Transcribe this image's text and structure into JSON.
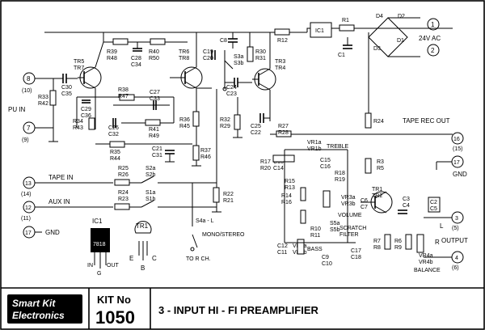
{
  "title_block": {
    "brand_line1": "Smart Kit",
    "brand_line2": "Electronics",
    "kit_label": "KIT No",
    "kit_number": "1050",
    "title": "3 - INPUT HI - FI PREAMPLIFIER"
  },
  "power": {
    "label": "24V AC",
    "pin1": "1",
    "pin2": "2",
    "d1": "D1",
    "d2": "D2",
    "d3": "D3",
    "d4": "D4",
    "ic": "IC1",
    "r1": "R1",
    "c1": "C1"
  },
  "inputs": {
    "pu_in": "PU IN",
    "pin8": "8",
    "pin8b": "(10)",
    "pin7": "7",
    "pin7b": "(9)",
    "tape_in": "TAPE IN",
    "pin13": "13",
    "pin13b": "(14)",
    "aux_in": "AUX IN",
    "pin12": "12",
    "pin12b": "(11)",
    "gnd": "GND",
    "pin17": "17"
  },
  "outputs": {
    "tape_rec_out": "TAPE REC OUT",
    "pin16": "16",
    "pin16b": "(15)",
    "gnd": "GND",
    "pin17": "17",
    "output": "OUTPUT",
    "l": "L",
    "r": "R",
    "pin3": "3",
    "pin3b": "(5)",
    "pin4": "4",
    "pin4b": "(6)"
  },
  "labels": {
    "r39": "R39",
    "r48": "R48",
    "r40": "R40",
    "r50": "R50",
    "c28": "C28",
    "c34": "C34",
    "tr5": "TR5",
    "tr7": "TR7",
    "tr6": "TR6",
    "tr8": "TR8",
    "tr3": "TR3",
    "tr4": "TR4",
    "c30": "C30",
    "c35": "C35",
    "r33": "R33",
    "r42": "R42",
    "c29": "C29",
    "c36": "C36",
    "r38": "R38",
    "r47": "R47",
    "c27": "C27",
    "c33": "C33",
    "r34": "R34",
    "r43": "R43",
    "c26": "C26",
    "c32": "C32",
    "r41": "R41",
    "r49": "R49",
    "r35": "R35",
    "r44": "R44",
    "c21": "C21",
    "c31": "C31",
    "r36": "R36",
    "r45": "R45",
    "r37": "R37",
    "r46": "R46",
    "c19": "C19",
    "c20": "C20",
    "c8": "C8",
    "s3a": "S3a",
    "s3b": "S3b",
    "r12": "R12",
    "r30": "R30",
    "r31": "R31",
    "c24": "C24",
    "c23": "C23",
    "r32": "R32",
    "r29": "R29",
    "c25": "C25",
    "c22": "C22",
    "r27": "R27",
    "r28": "R28",
    "vr1a": "VR1a",
    "vr1b": "VR1b",
    "treble": "TREBLE",
    "r17": "R17",
    "r20": "R20",
    "c13": "C13",
    "c14": "C14",
    "c15": "C15",
    "c16": "C16",
    "r18": "R18",
    "r19": "R19",
    "r15": "R15",
    "r13": "R13",
    "r14": "R14",
    "r16": "R16",
    "vr3a": "VR3a",
    "vr3b": "VR3b",
    "volume": "VOLUME",
    "c6": "C6",
    "c7": "C7",
    "r10": "R10",
    "r11": "R11",
    "vr2a": "VR2a",
    "vr2b": "VR2b",
    "bass": "BASS",
    "s5a": "S5a",
    "s5b": "S5b",
    "scratch": "SCRATCH",
    "filter": "FILTER",
    "c12": "C12",
    "c11": "C11",
    "c9": "C9",
    "c10": "C10",
    "c17": "C17",
    "c18": "C18",
    "r24": "R24",
    "r3": "R3",
    "r5": "R5",
    "tr1": "TR1",
    "tr2": "TR2",
    "c3": "C3",
    "c4": "C4",
    "c2": "C2",
    "c5": "C5",
    "r7": "R7",
    "r8": "R8",
    "r6": "R6",
    "r9": "R9",
    "vr4a": "VR4a",
    "vr4b": "VR4b",
    "balance": "BALANCE",
    "r25": "R25",
    "r26": "R26",
    "s2a": "S2a",
    "s2b": "S2b",
    "r24b": "R24",
    "r23": "R23",
    "s1a": "S1a",
    "s1b": "S1b",
    "r22": "R22",
    "r21": "R21",
    "s4a": "S4a - L",
    "mono": "MONO/STEREO",
    "to_r": "TO R CH.",
    "ic1": "IC1",
    "tr1pkg": "TR1",
    "reg": "7818",
    "in": "IN",
    "g": "G",
    "out": "OUT",
    "e": "E",
    "c": "C",
    "bpin": "B"
  }
}
